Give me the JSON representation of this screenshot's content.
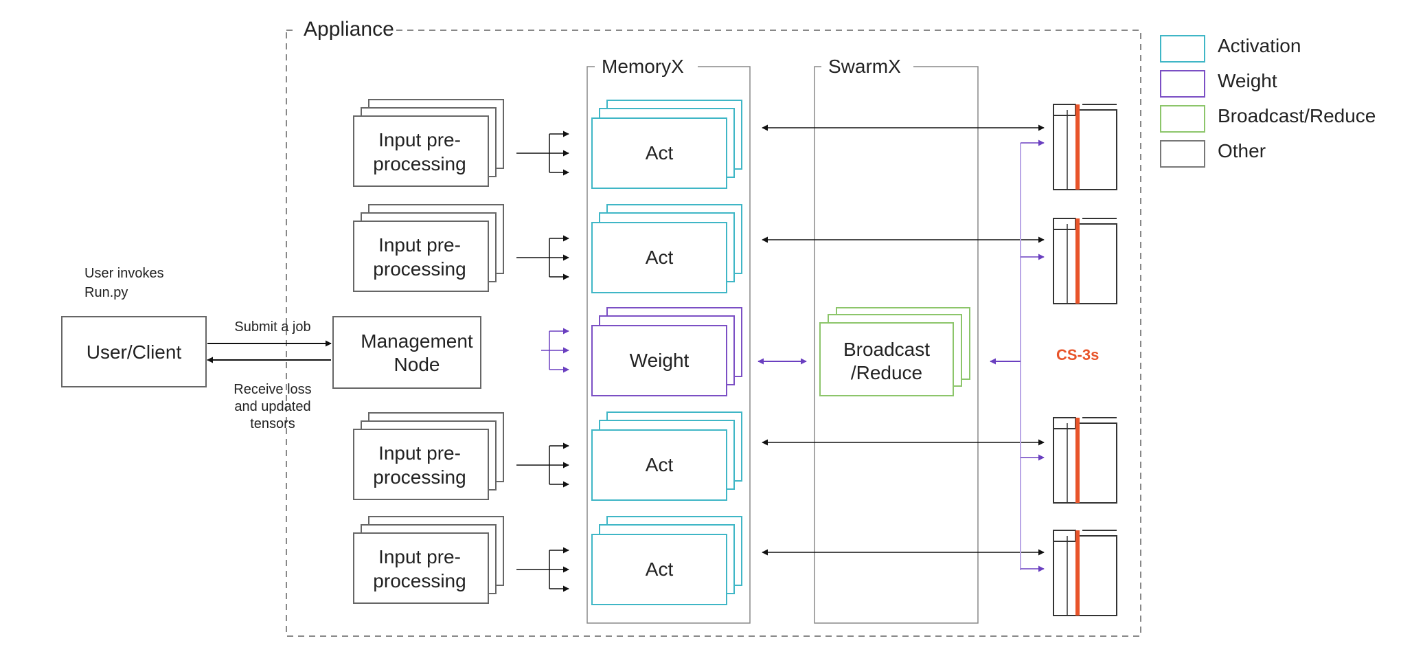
{
  "appliance_label": "Appliance",
  "memoryx_label": "MemoryX",
  "swarmx_label": "SwarmX",
  "user": {
    "caption_line1": "User invokes",
    "caption_line2": "Run.py",
    "box_label": "User/Client",
    "submit_label": "Submit a job",
    "receive_line1": "Receive loss",
    "receive_line2": "and updated",
    "receive_line3": "tensors"
  },
  "management": {
    "line1": "Management",
    "line2": "Node"
  },
  "input_block": {
    "line1": "Input pre-",
    "line2": "processing"
  },
  "act_label": "Act",
  "weight_label": "Weight",
  "broadcast": {
    "line1": "Broadcast",
    "line2": "/Reduce"
  },
  "cs_label": "CS-3s",
  "legend": [
    {
      "label": "Activation",
      "color": "#3fb6c6"
    },
    {
      "label": "Weight",
      "color": "#7b4fc4"
    },
    {
      "label": "Broadcast/Reduce",
      "color": "#8cc56a"
    },
    {
      "label": "Other",
      "color": "#777777"
    }
  ],
  "colors": {
    "activation": "#3fb6c6",
    "weight": "#7b4fc4",
    "broadcast": "#8cc56a",
    "other": "#666666",
    "cs_accent": "#e8542a"
  }
}
